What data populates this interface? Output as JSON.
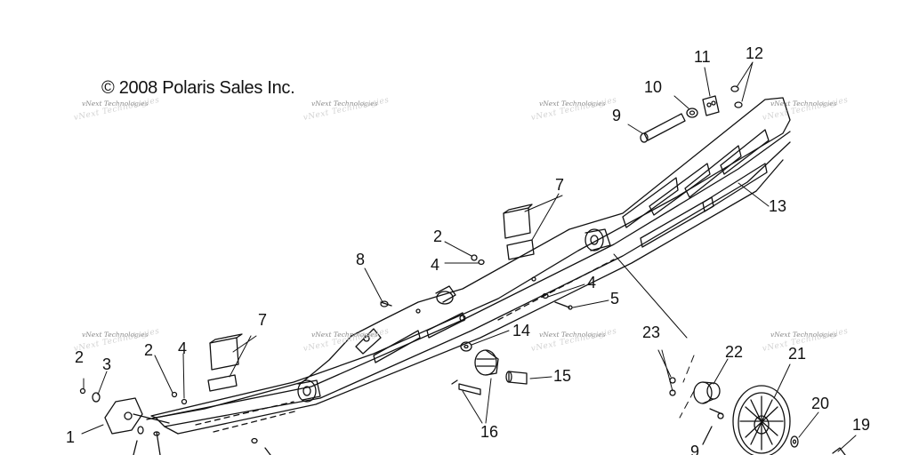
{
  "copyright": "© 2008 Polaris Sales Inc.",
  "watermark": {
    "text": "vNext Technologies",
    "ghost_text": "vNext Technologies"
  },
  "callouts": [
    "1",
    "2",
    "2",
    "2",
    "3",
    "4",
    "4",
    "4",
    "5",
    "7",
    "7",
    "8",
    "9",
    "10",
    "11",
    "12",
    "13",
    "14",
    "15",
    "16",
    "19",
    "20",
    "21",
    "22",
    "23",
    "9"
  ],
  "colors": {
    "line": "#111111",
    "background": "#ffffff",
    "watermark": "#8a8a8a"
  }
}
